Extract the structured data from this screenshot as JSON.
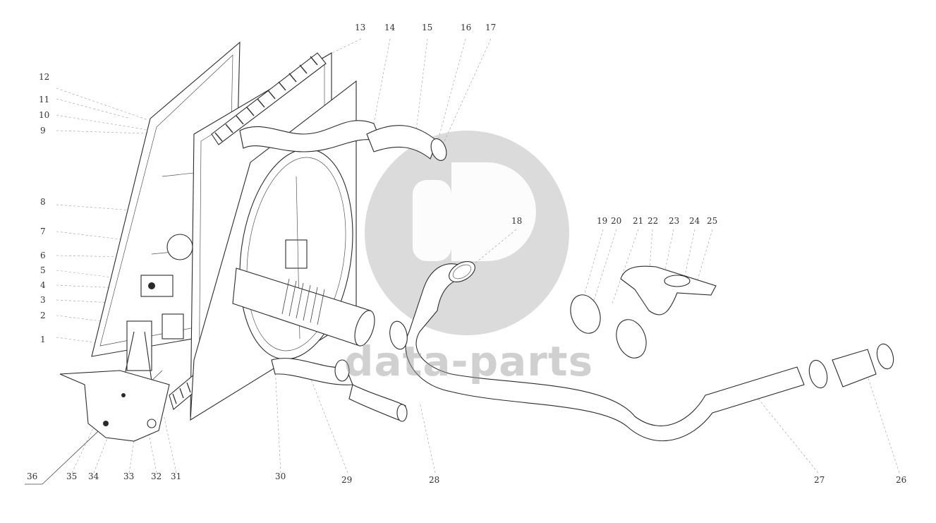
{
  "watermark": {
    "brand_text": "data-parts",
    "color": "#9a9a9a"
  },
  "callouts": [
    "1",
    "2",
    "3",
    "4",
    "5",
    "6",
    "7",
    "8",
    "9",
    "10",
    "11",
    "12",
    "13",
    "14",
    "15",
    "16",
    "17",
    "18",
    "19",
    "20",
    "21",
    "22",
    "23",
    "24",
    "25",
    "26",
    "27",
    "28",
    "29",
    "30",
    "31",
    "32",
    "33",
    "34",
    "35",
    "36"
  ]
}
